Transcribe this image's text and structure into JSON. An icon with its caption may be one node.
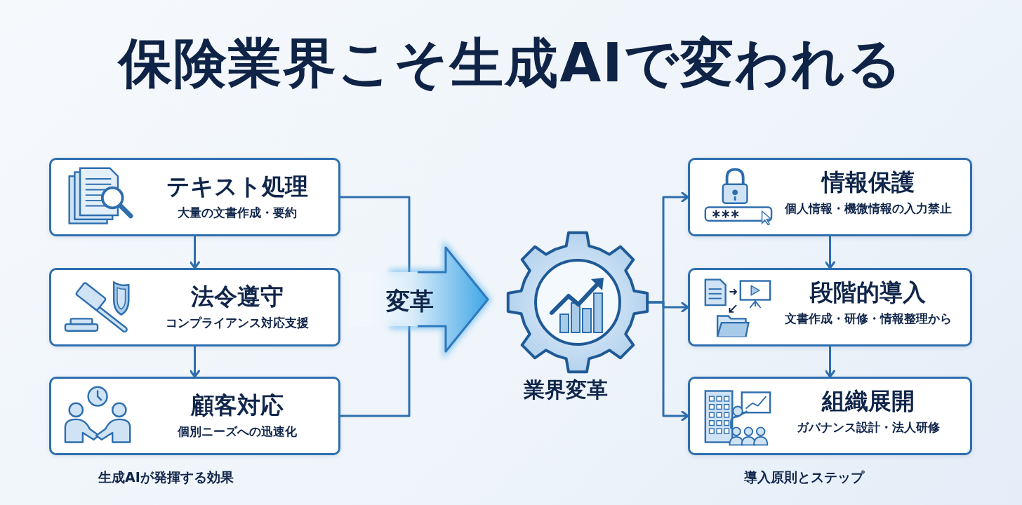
{
  "diagram": {
    "title": "保険業界こそ生成AIで変われる",
    "nodes": [
      {
        "text": [
          "テキスト処理",
          "大量の文書作成・要約"
        ]
      },
      {
        "text": [
          "法令遵守",
          "コンプライアンス対応支援"
        ]
      },
      {
        "text": [
          "顧客対応",
          "個別ニーズへの迅速化"
        ]
      },
      {
        "text": [
          "変革"
        ]
      },
      {
        "text": [
          "業界変革"
        ]
      },
      {
        "text": [
          "情報保護",
          "個人情報・機微情報の入力禁止"
        ]
      },
      {
        "text": [
          "段階的導入",
          "文書作成・研修・情報整理から"
        ]
      },
      {
        "text": [
          "組織展開",
          "ガバナンス設計・法人研修"
        ]
      }
    ],
    "edges": [
      {
        "from": 0,
        "to": 1,
        "arrow": "to"
      },
      {
        "from": 1,
        "to": 2,
        "arrow": "to"
      },
      {
        "from": 0,
        "to": 3,
        "arrow": "none"
      },
      {
        "from": 2,
        "to": 3,
        "arrow": "none"
      },
      {
        "from": 4,
        "to": 5,
        "arrow": "to"
      },
      {
        "from": 4,
        "to": 6,
        "arrow": "to"
      },
      {
        "from": 4,
        "to": 7,
        "arrow": "to"
      },
      {
        "from": 5,
        "to": 6,
        "arrow": "to"
      },
      {
        "from": 6,
        "to": 7,
        "arrow": "to"
      }
    ],
    "labels": [
      "生成AIが発揮する効果",
      "導入原則とステップ"
    ]
  }
}
